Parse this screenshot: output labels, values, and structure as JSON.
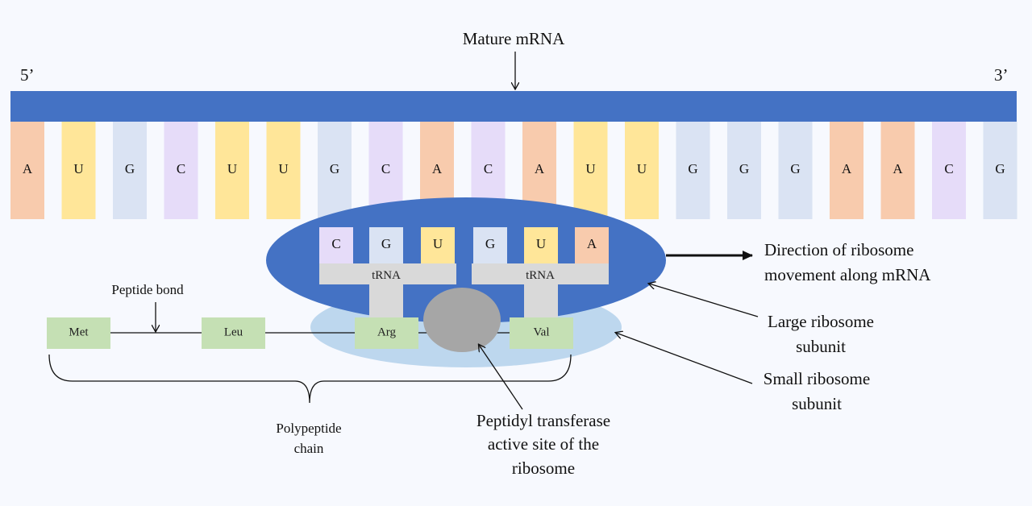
{
  "colors": {
    "background": "#f7f9fe",
    "mrna_strand": "#4472c4",
    "large_subunit": "#4472c4",
    "small_subunit": "#bdd7ee",
    "trna_body": "#d9d9d9",
    "amino_acid": "#c5e0b4",
    "active_site": "#a6a6a6",
    "base_A": "#f8cbad",
    "base_U": "#ffe699",
    "base_G": "#dae3f3",
    "base_C": "#e6dcf9"
  },
  "mrna": {
    "title": "Mature mRNA",
    "end_5": "5’",
    "end_3": "3’",
    "bases": [
      "A",
      "U",
      "G",
      "C",
      "U",
      "U",
      "G",
      "C",
      "A",
      "C",
      "A",
      "U",
      "U",
      "G",
      "G",
      "G",
      "A",
      "A",
      "C",
      "G"
    ]
  },
  "ribosome": {
    "anticodons": [
      [
        "C",
        "G",
        "U"
      ],
      [
        "G",
        "U",
        "A"
      ]
    ],
    "trna_label": "tRNA"
  },
  "polypeptide": {
    "amino_acids": [
      "Met",
      "Leu",
      "Arg",
      "Val"
    ]
  },
  "labels": {
    "direction_line1": "Direction of  ribosome",
    "direction_line2": "movement along mRNA",
    "large_line1": "Large ribosome",
    "large_line2": "subunit",
    "small_line1": "Small ribosome",
    "small_line2": "subunit",
    "peptidyl_line1": "Peptidyl transferase",
    "peptidyl_line2": "active site of  the",
    "peptidyl_line3": "ribosome",
    "peptide_bond": "Peptide bond",
    "polypeptide_line1": "Polypeptide",
    "polypeptide_line2": "chain"
  },
  "icons": [
    "arrow-down-icon",
    "arrow-right-icon",
    "pointer-arrow-icon",
    "brace-icon"
  ]
}
